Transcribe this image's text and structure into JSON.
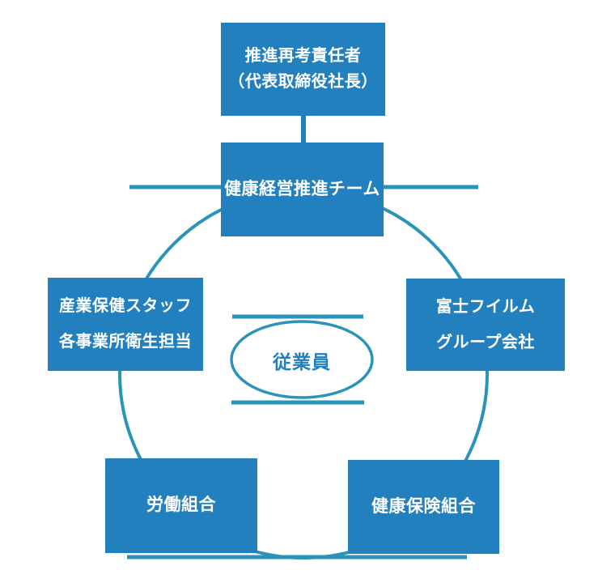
{
  "colors": {
    "box_fill": "#2380BE",
    "stroke": "#2A93B8",
    "center_text": "#2180BE"
  },
  "nodes": {
    "leader": {
      "line1": "推進再考責任者",
      "line2": "（代表取締役社長）"
    },
    "team": {
      "label": "健康経営推進チーム"
    },
    "staff": {
      "line1": "産業保健スタッフ",
      "line2": "各事業所衛生担当"
    },
    "group": {
      "line1": "富士フイルム",
      "line2": "グループ会社"
    },
    "labor_union": {
      "label": "労働組合"
    },
    "health_insurance": {
      "label": "健康保険組合"
    },
    "employee": {
      "label": "従業員"
    }
  }
}
